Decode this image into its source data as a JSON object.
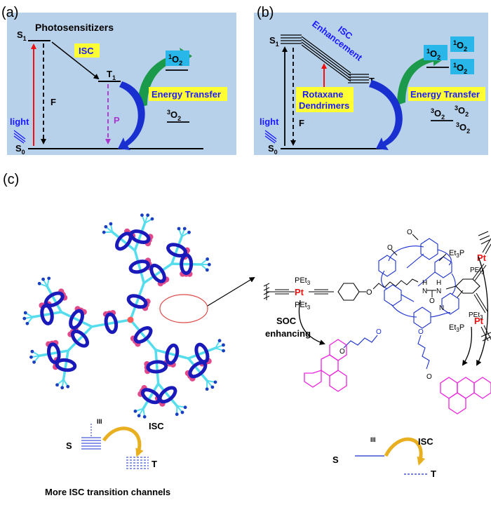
{
  "panels": {
    "a": {
      "label": "(a)",
      "title": "Photosensitizers",
      "s1": "S",
      "s1_sub": "1",
      "s0": "S",
      "s0_sub": "0",
      "t1": "T",
      "t1_sub": "1",
      "isc": "ISC",
      "light": "light",
      "f": "F",
      "p": "P",
      "singlet_o2_sup": "1",
      "singlet_o2": "O",
      "singlet_o2_sub": "2",
      "triplet_o2_sup": "3",
      "triplet_o2": "O",
      "triplet_o2_sub": "2",
      "energy_transfer": "Energy Transfer"
    },
    "b": {
      "label": "(b)",
      "s1": "S",
      "s1_sub": "1",
      "s0": "S",
      "s0_sub": "0",
      "t1": "T",
      "t1_sub": "1",
      "isc_enhancement_line1": "ISC",
      "isc_enhancement_line2": "Enhancement",
      "rotaxane_line1": "Rotaxane",
      "rotaxane_line2": "Dendrimers",
      "light": "light",
      "f": "F",
      "singlet_o2_sup": "1",
      "singlet_o2": "O",
      "singlet_o2_sub": "2",
      "triplet_o2_sup": "3",
      "triplet_o2": "O",
      "triplet_o2_sub": "2",
      "energy_transfer": "Energy Transfer"
    },
    "c": {
      "label": "(c)",
      "pet3": "PEt",
      "pet3_sub": "3",
      "et3p": "Et",
      "et3p_sub": "3",
      "p_letter": "P",
      "pt": "Pt",
      "soc_line1": "SOC",
      "soc_line2": "enhancing",
      "nh": "H",
      "n": "N",
      "o": "O",
      "left_s": "S",
      "left_t": "T",
      "left_isc": "ISC",
      "left_iii": "III",
      "right_s": "S",
      "right_t": "T",
      "right_isc": "ISC",
      "right_iii": "III",
      "caption": "More ISC transition channels"
    }
  },
  "colors": {
    "panel_bg": "#b7d1ea",
    "yellow_box": "#ffff33",
    "cyan_box": "#29b6e8",
    "blue_text": "#1a1aff",
    "red": "#ee1111",
    "purple": "#aa33cc",
    "green": "#1a9a4a",
    "dark_blue": "#1a2fd0",
    "magenta": "#ee22dd",
    "cyan_stick": "#55ddee",
    "ring_blue": "#1a1abb",
    "pink": "#e04a8a",
    "gold": "#e8b020"
  }
}
